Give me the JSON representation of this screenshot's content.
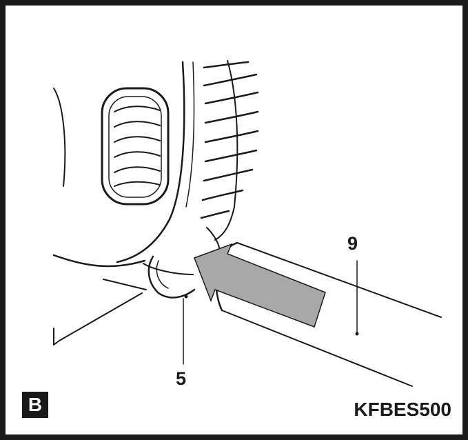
{
  "figure": {
    "badge": "B",
    "model": "KFBES500"
  },
  "callouts": {
    "part_9": "9",
    "part_5": "5"
  },
  "colors": {
    "ink": "#1a1a1a",
    "arrow_fill": "#a8a8a8",
    "background": "#ffffff"
  }
}
